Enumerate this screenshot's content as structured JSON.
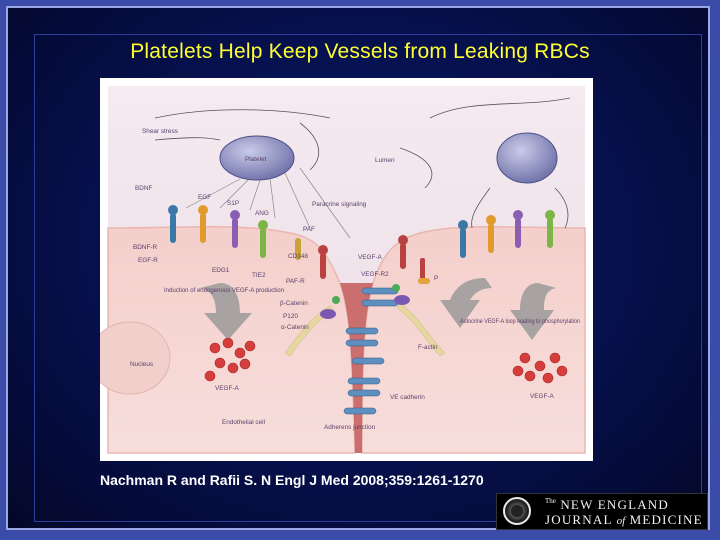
{
  "slide": {
    "title": "Platelets Help Keep Vessels from Leaking RBCs",
    "citation": "Nachman R and Rafii S. N Engl J Med 2008;359:1261-1270"
  },
  "journal_logo": {
    "line1_prefix": "The",
    "line1_main": "NEW ENGLAND",
    "line2_main": "JOURNAL",
    "line2_of": "of",
    "line2_end": "MEDICINE"
  },
  "diagram": {
    "labels": {
      "shear_stress": "Shear stress",
      "platelet": "Platelet",
      "lumen": "Lumen",
      "bdnf": "BDNF",
      "egf": "EGF",
      "s1p": "S1P",
      "ang": "ANG",
      "paracrine_signaling": "Paracrine signaling",
      "paf": "PAF",
      "bdnf_r": "BDNF-R",
      "egf_r": "EGF-R",
      "edg1": "EDG1",
      "tie2": "TIE2",
      "cd148": "CD148",
      "vegf_a_top": "VEGF-A",
      "paf_r": "PAF-R",
      "vegf_r2": "VEGF-R2",
      "p_label": "P",
      "induction": "Induction of endogenous VEGF-A production",
      "beta_catenin": "β-Catenin",
      "p120": "P120",
      "alpha_catenin": "α-Catenin",
      "f_actin": "F-actin",
      "autocrine": "Autocrine VEGF-A loop leading to phosphorylation",
      "nucleus": "Nucleus",
      "vegf_a_left": "VEGF-A",
      "vegf_a_right": "VEGF-A",
      "endothelial_cell": "Endothelial cell",
      "ve_cadherin": "VE cadherin",
      "adherens_junction": "Adherens junction"
    }
  }
}
